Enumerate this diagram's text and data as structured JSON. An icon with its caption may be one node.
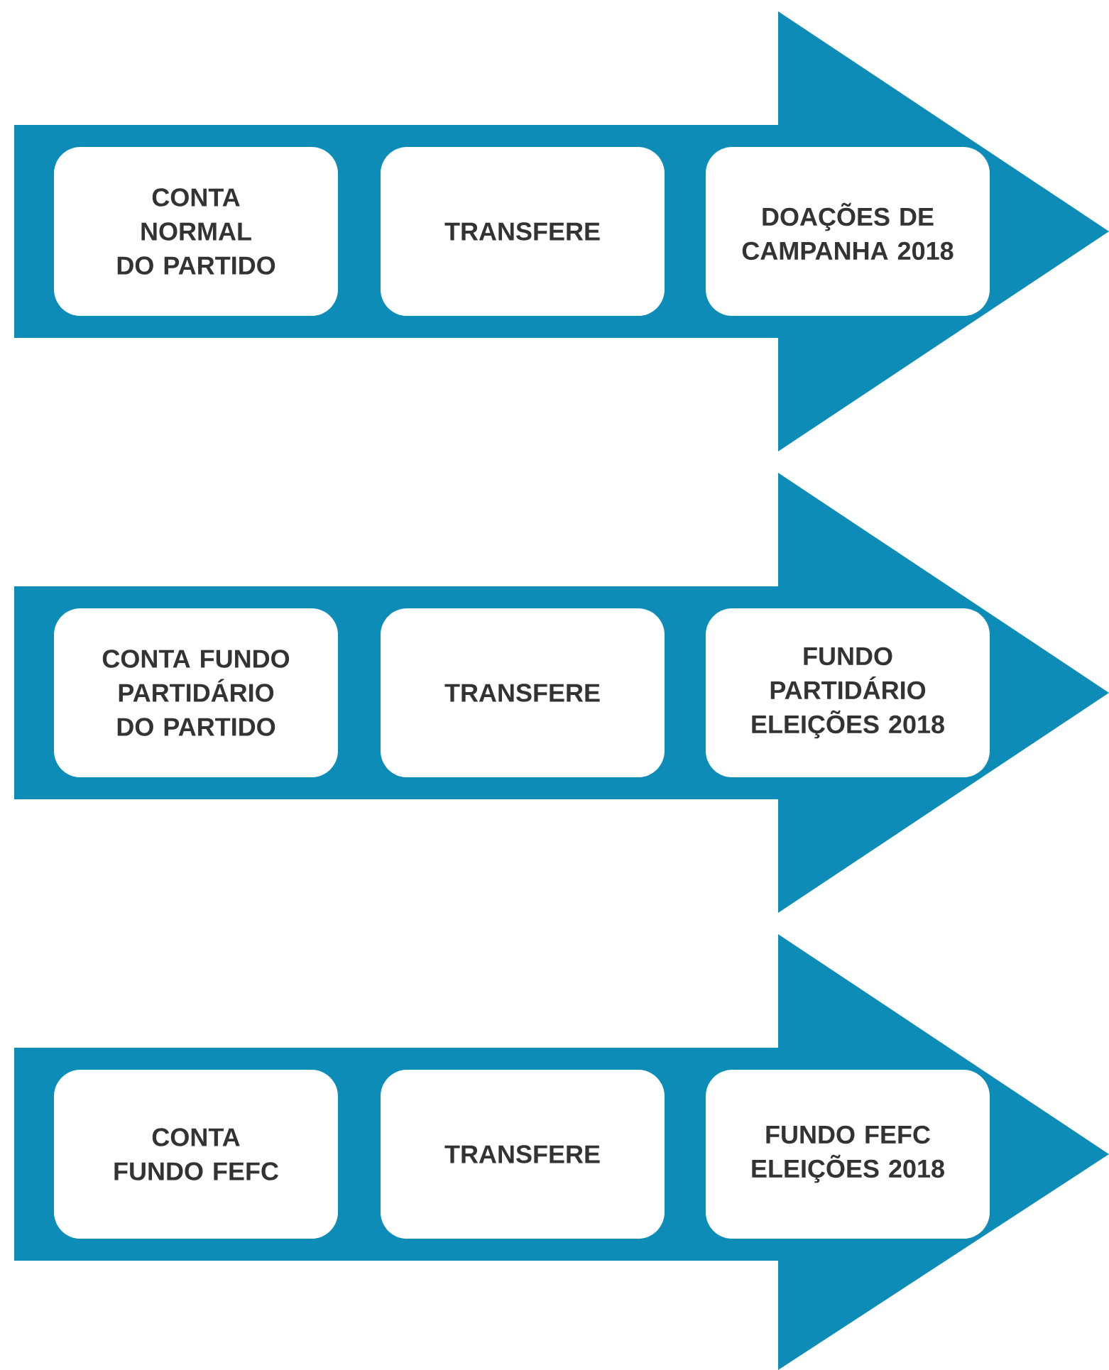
{
  "diagram": {
    "nodes": [
      {
        "text": [],
        "shape": "arrow"
      },
      {
        "text": [
          "CONTA NORMAL DO PARTIDO"
        ],
        "in": 0
      },
      {
        "text": [
          "TRANSFERE"
        ],
        "in": 0
      },
      {
        "text": [
          "DOAÇÕES DE CAMPANHA 2018"
        ],
        "in": 0
      },
      {
        "text": [],
        "shape": "arrow"
      },
      {
        "text": [
          "CONTA FUNDO PARTIDÁRIO DO PARTIDO"
        ],
        "in": 4
      },
      {
        "text": [
          "TRANSFERE"
        ],
        "in": 4
      },
      {
        "text": [
          "FUNDO PARTIDÁRIO ELEIÇÕES 2018"
        ],
        "in": 4
      },
      {
        "text": [],
        "shape": "arrow"
      },
      {
        "text": [
          "CONTA FUNDO FEFC"
        ],
        "in": 8
      },
      {
        "text": [
          "TRANSFERE"
        ],
        "in": 8
      },
      {
        "text": [
          "FUNDO FEFC ELEIÇÕES 2018"
        ],
        "in": 8
      }
    ]
  }
}
